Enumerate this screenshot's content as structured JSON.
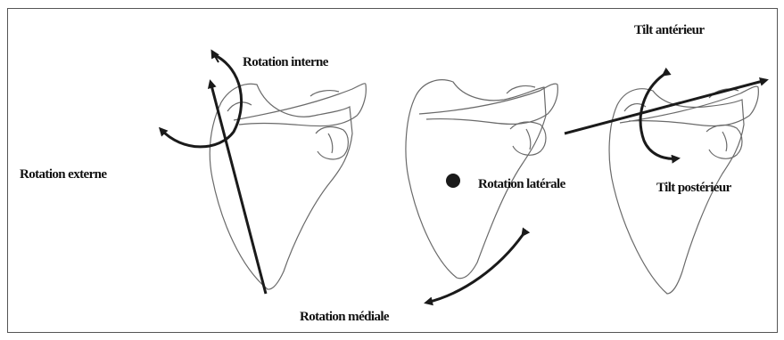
{
  "figure": {
    "labels": {
      "rotation_interne": "Rotation interne",
      "rotation_externe": "Rotation externe",
      "rotation_laterale": "Rotation latérale",
      "rotation_mediale": "Rotation médiale",
      "tilt_anterieur": "Tilt antérieur",
      "tilt_posterieur": "Tilt postérieur"
    },
    "colors": {
      "line": "#1a1a1a",
      "bone_outline": "#6a6a6a",
      "background": "#ffffff"
    }
  }
}
